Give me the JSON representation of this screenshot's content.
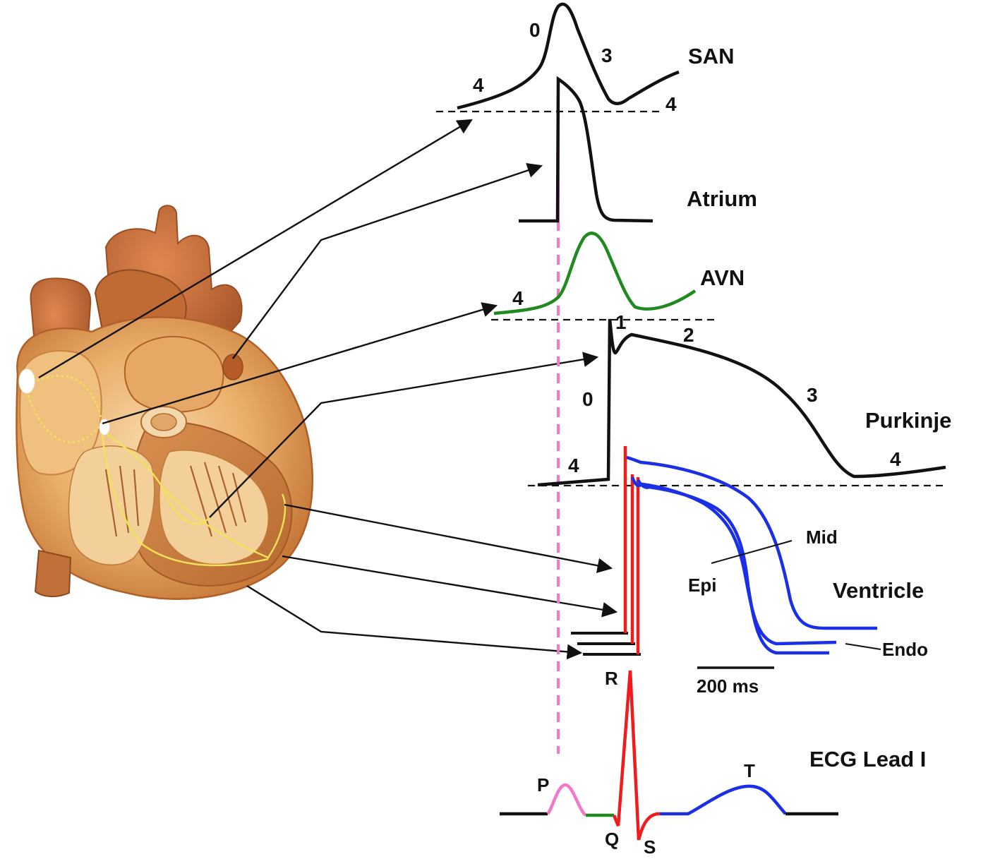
{
  "colors": {
    "black": "#111111",
    "sa_pink": "#f07ac8",
    "av_green": "#1f8a1f",
    "qrs_red": "#ee1c1c",
    "repol_blue": "#1a2fe6",
    "heart_orange": "#e39a4e",
    "heart_dark": "#b06028",
    "conduction_yellow": "#f3e35a"
  },
  "traces": {
    "san": {
      "label": "SAN",
      "phases": [
        "0",
        "3",
        "4",
        "4"
      ]
    },
    "atrium": {
      "label": "Atrium"
    },
    "avn": {
      "label": "AVN",
      "phases": [
        "4"
      ]
    },
    "purkinje": {
      "label": "Purkinje",
      "phases": [
        "1",
        "2",
        "0",
        "3",
        "4",
        "4"
      ]
    },
    "ventricle": {
      "label": "Ventricle",
      "layers": [
        "Epi",
        "Mid",
        "Endo"
      ]
    },
    "ecg": {
      "label": "ECG Lead I",
      "waves": [
        "P",
        "Q",
        "R",
        "S",
        "T"
      ]
    }
  },
  "scale_bar": {
    "label": "200 ms"
  },
  "icons": {
    "heart": "cutaway-heart-illustration",
    "arrows": "arrow-icon"
  }
}
